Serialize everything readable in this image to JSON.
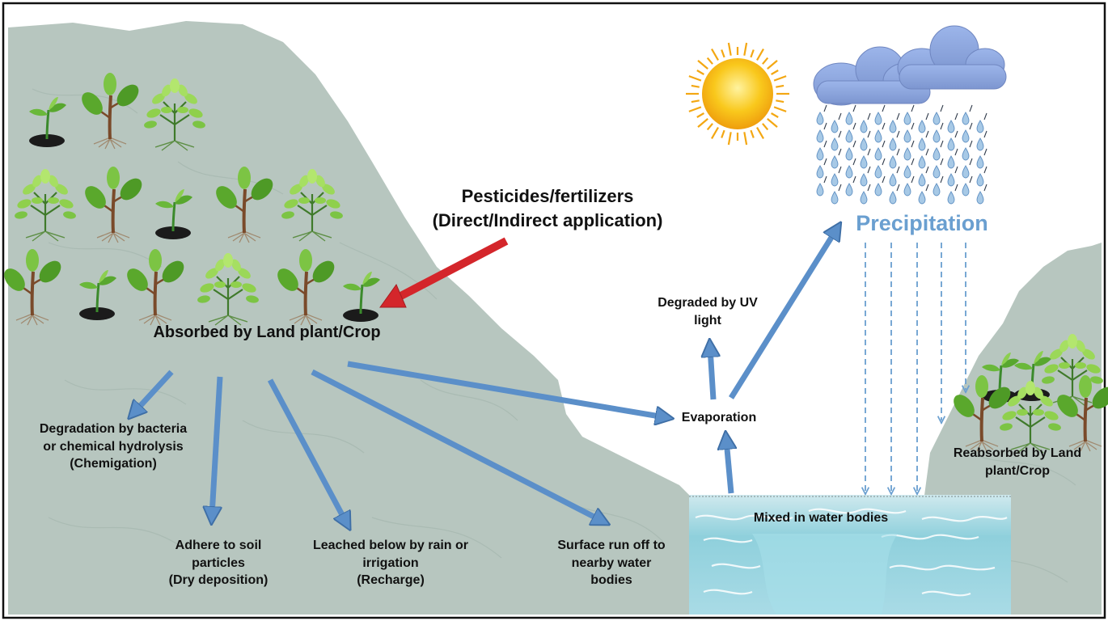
{
  "diagram": {
    "source": {
      "line1": "Pesticides/fertilizers",
      "line2": "(Direct/Indirect application)"
    },
    "absorbed": "Absorbed by Land plant/Crop",
    "degradation": {
      "line1": "Degradation by bacteria",
      "line2": "or chemical hydrolysis",
      "line3": "(Chemigation)"
    },
    "adhere": {
      "line1": "Adhere to soil",
      "line2": "particles",
      "line3": "(Dry deposition)"
    },
    "leached": {
      "line1": "Leached below by rain or",
      "line2": "irrigation",
      "line3": "(Recharge)"
    },
    "runoff": {
      "line1": "Surface run off to",
      "line2": "nearby water",
      "line3": "bodies"
    },
    "evaporation": "Evaporation",
    "uv": {
      "line1": "Degraded by UV",
      "line2": "light"
    },
    "precipitation": "Precipitation",
    "water": "Mixed in water bodies",
    "reabsorbed": {
      "line1": "Reabsorbed by Land",
      "line2": "plant/Crop"
    }
  },
  "colors": {
    "land": "#b7c6bf",
    "arrow": "#5b8fc9",
    "arrow_stroke": "#3f6fa6",
    "source_arrow": "#d4262b",
    "water": "#7fc6d4",
    "sun": "#f7b419",
    "cloud": "#8fa8de",
    "precipitation_text": "#6a9fd0"
  }
}
